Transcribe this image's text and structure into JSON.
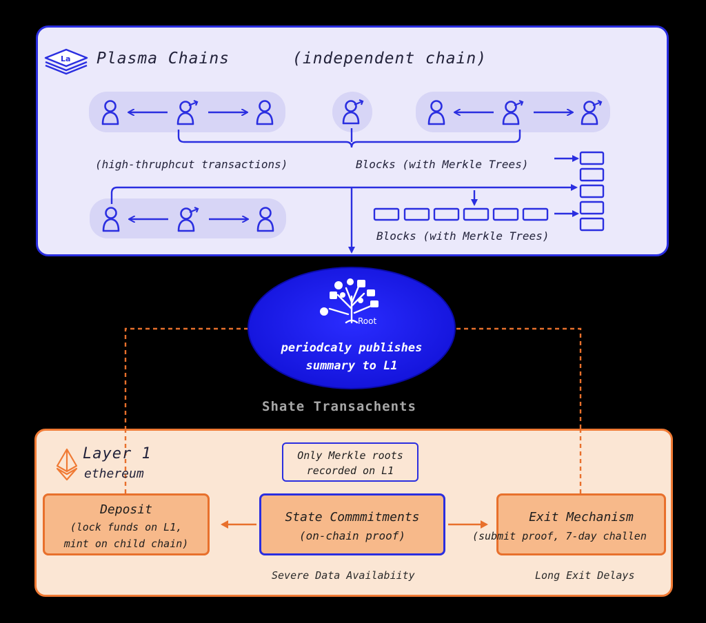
{
  "plasma": {
    "title": "Plasma Chains",
    "subtitle": "(independent chain)",
    "caption_transactions": "(high-thruphcut transactions)",
    "caption_blocks_top": "Blocks (with Merkle Trees)",
    "caption_blocks_bottom": "Blocks (with Merkle Trees)"
  },
  "hub": {
    "root_label": "Root",
    "line1": "periodcaly publishes",
    "line2": "summary to L1"
  },
  "transfer_label": "Shate Transachents",
  "layer1": {
    "title": "Layer 1",
    "subtitle": "ethereum",
    "note_line1": "Only Merkle roots",
    "note_line2": "recorded on L1",
    "deposit": {
      "title": "Deposit",
      "line1": "(lock funds on L1,",
      "line2": "mint on child chain)"
    },
    "state": {
      "title": "State Commmitments",
      "line1": "(on-chain proof)"
    },
    "exit": {
      "title": "Exit Mechanism",
      "line1": "(submit proof, 7-day challen"
    },
    "caption_data": "Severe Data Availabiity",
    "caption_exit": "Long Exit Delays"
  },
  "colors": {
    "plasma_border": "#2a2ee0",
    "plasma_bg": "#ebe9fb",
    "hub_fill": "#1616e6",
    "layer1_border": "#f07a34",
    "layer1_bg": "#fbe6d4",
    "box_fill": "#f7b98a"
  },
  "icons": [
    "plasma-logo-icon",
    "user-icon",
    "user-send-icon",
    "merkle-tree-icon",
    "ethereum-icon"
  ]
}
